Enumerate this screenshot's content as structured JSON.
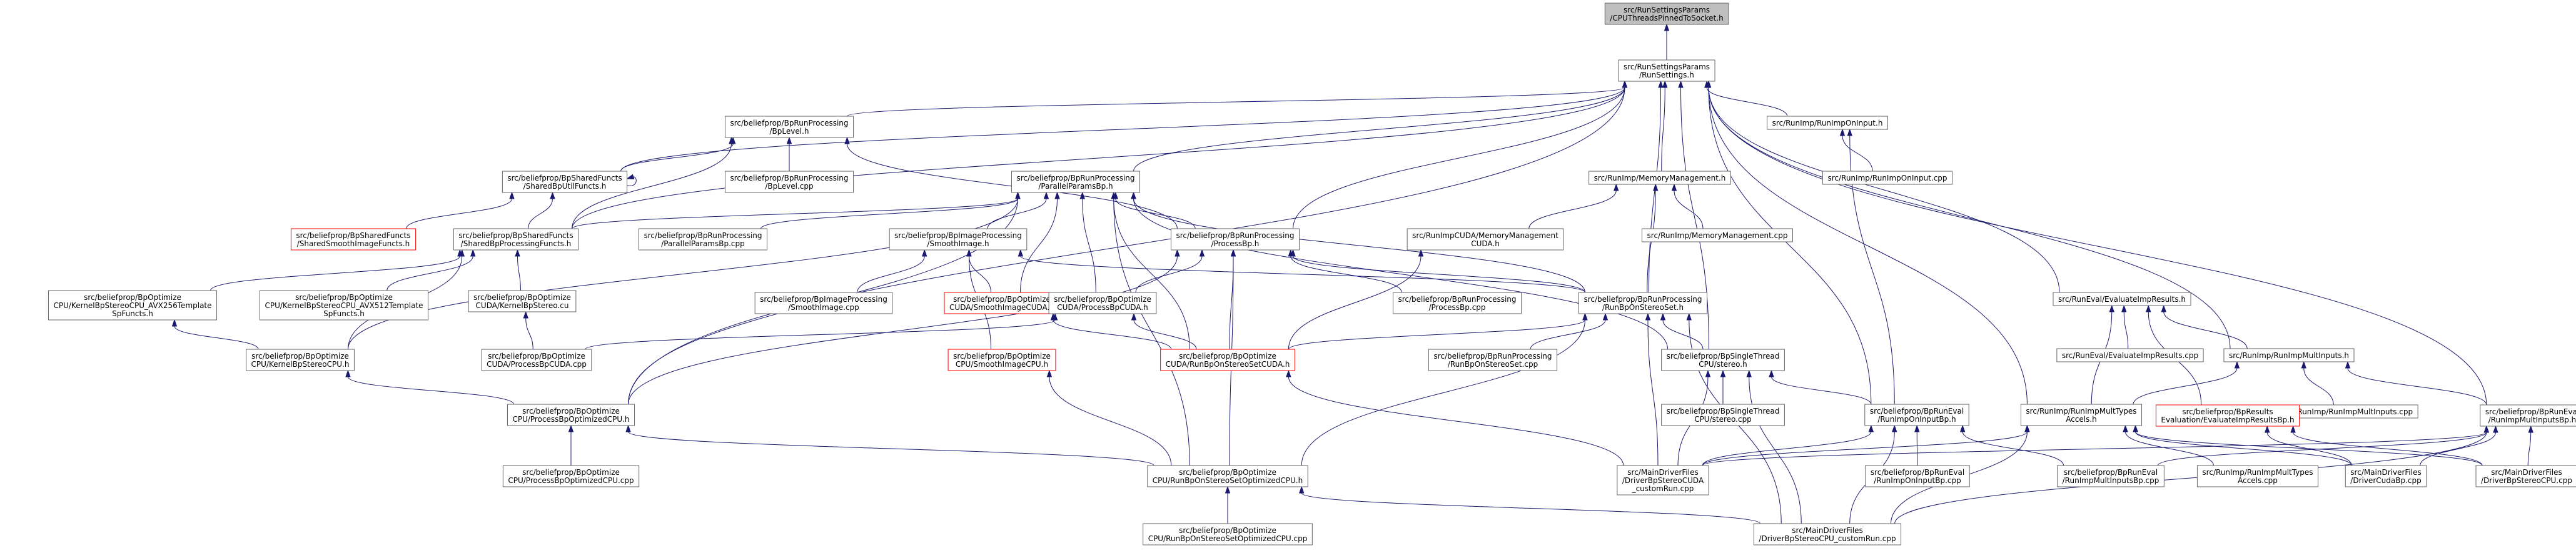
{
  "nodes": [
    {
      "id": "root",
      "lines": [
        "src/RunSettingsParams",
        "/CPUThreadsPinnedToSocket.h"
      ],
      "style": "root"
    },
    {
      "id": "rs",
      "lines": [
        "src/RunSettingsParams",
        "/RunSettings.h"
      ]
    },
    {
      "id": "bplevel",
      "lines": [
        "src/beliefprop/BpRunProcessing",
        "/BpLevel.h"
      ]
    },
    {
      "id": "rio",
      "lines": [
        "src/RunImp/RunImpOnInput.h"
      ]
    },
    {
      "id": "su",
      "lines": [
        "src/beliefprop/BpSharedFuncts",
        "/SharedBpUtilFuncts.h"
      ]
    },
    {
      "id": "bplevelcpp",
      "lines": [
        "src/beliefprop/BpRunProcessing",
        "/BpLevel.cpp"
      ]
    },
    {
      "id": "ppbp",
      "lines": [
        "src/beliefprop/BpRunProcessing",
        "/ParallelParamsBp.h"
      ]
    },
    {
      "id": "memh",
      "lines": [
        "src/RunImp/MemoryManagement.h"
      ]
    },
    {
      "id": "riocpp",
      "lines": [
        "src/RunImp/RunImpOnInput.cpp"
      ]
    },
    {
      "id": "ssimf",
      "lines": [
        "src/beliefprop/BpSharedFuncts",
        "/SharedSmoothImageFuncts.h"
      ],
      "style": "red"
    },
    {
      "id": "sbpf",
      "lines": [
        "src/beliefprop/BpSharedFuncts",
        "/SharedBpProcessingFuncts.h"
      ]
    },
    {
      "id": "ppbpcpp",
      "lines": [
        "src/beliefprop/BpRunProcessing",
        "/ParallelParamsBp.cpp"
      ]
    },
    {
      "id": "smoothh",
      "lines": [
        "src/beliefprop/BpImageProcessing",
        "/SmoothImage.h"
      ]
    },
    {
      "id": "pbph",
      "lines": [
        "src/beliefprop/BpRunProcessing",
        "/ProcessBp.h"
      ]
    },
    {
      "id": "cudamem",
      "lines": [
        "src/RunImpCUDA/MemoryManagement",
        "CUDA.h"
      ]
    },
    {
      "id": "memcpp",
      "lines": [
        "src/RunImp/MemoryManagement.cpp"
      ]
    },
    {
      "id": "evalh",
      "lines": [
        "src/RunEval/EvaluateImpResults.h"
      ]
    },
    {
      "id": "avx256",
      "lines": [
        "src/beliefprop/BpOptimize",
        "CPU/KernelBpStereoCPU_AVX256Template",
        "SpFuncts.h"
      ]
    },
    {
      "id": "avx512",
      "lines": [
        "src/beliefprop/BpOptimize",
        "CPU/KernelBpStereoCPU_AVX512Template",
        "SpFuncts.h"
      ]
    },
    {
      "id": "kbpcuda",
      "lines": [
        "src/beliefprop/BpOptimize",
        "CUDA/KernelBpStereo.cu"
      ]
    },
    {
      "id": "smoothcpp",
      "lines": [
        "src/beliefprop/BpImageProcessing",
        "/SmoothImage.cpp"
      ]
    },
    {
      "id": "smoothcuda",
      "lines": [
        "src/beliefprop/BpOptimize",
        "CUDA/SmoothImageCUDA.h"
      ],
      "style": "red"
    },
    {
      "id": "pbpcuda",
      "lines": [
        "src/beliefprop/BpOptimize",
        "CUDA/ProcessBpCUDA.h"
      ]
    },
    {
      "id": "pbpcpp",
      "lines": [
        "src/beliefprop/BpRunProcessing",
        "/ProcessBp.cpp"
      ]
    },
    {
      "id": "rbpsh",
      "lines": [
        "src/beliefprop/BpRunProcessing",
        "/RunBpOnStereoSet.h"
      ]
    },
    {
      "id": "evalcpp",
      "lines": [
        "src/RunEval/EvaluateImpResults.cpp"
      ]
    },
    {
      "id": "multih",
      "lines": [
        "src/RunImp/RunImpMultInputs.h"
      ]
    },
    {
      "id": "kbpcpu",
      "lines": [
        "src/beliefprop/BpOptimize",
        "CPU/KernelBpStereoCPU.h"
      ]
    },
    {
      "id": "pbpcudacpp",
      "lines": [
        "src/beliefprop/BpOptimize",
        "CUDA/ProcessBpCUDA.cpp"
      ]
    },
    {
      "id": "smoothcpu",
      "lines": [
        "src/beliefprop/BpOptimize",
        "CPU/SmoothImageCPU.h"
      ],
      "style": "red"
    },
    {
      "id": "rbpscuda",
      "lines": [
        "src/beliefprop/BpOptimize",
        "CUDA/RunBpOnStereoSetCUDA.h"
      ],
      "style": "red"
    },
    {
      "id": "rbpscpp",
      "lines": [
        "src/beliefprop/BpRunProcessing",
        "/RunBpOnStereoSet.cpp"
      ]
    },
    {
      "id": "stereoh",
      "lines": [
        "src/beliefprop/BpSingleThread",
        "CPU/stereo.h"
      ]
    },
    {
      "id": "multicpp",
      "lines": [
        "src/RunImp/RunImpMultInputs.cpp"
      ]
    },
    {
      "id": "bpevalres",
      "lines": [
        "src/beliefprop/BpResults",
        "Evaluation/EvaluateImpResultsBp.h"
      ],
      "style": "red"
    },
    {
      "id": "bpmultih",
      "lines": [
        "src/beliefprop/BpRunEval",
        "/RunImpMultInputsBp.h"
      ]
    },
    {
      "id": "pbpopth",
      "lines": [
        "src/beliefprop/BpOptimize",
        "CPU/ProcessBpOptimizedCPU.h"
      ]
    },
    {
      "id": "stereocpp",
      "lines": [
        "src/beliefprop/BpSingleThread",
        "CPU/stereo.cpp"
      ]
    },
    {
      "id": "bpiorh",
      "lines": [
        "src/beliefprop/BpRunEval",
        "/RunImpOnInputBp.h"
      ]
    },
    {
      "id": "multtyph",
      "lines": [
        "src/RunImp/RunImpMultTypes",
        "Accels.h"
      ]
    },
    {
      "id": "pbpoptcpp",
      "lines": [
        "src/beliefprop/BpOptimize",
        "CPU/ProcessBpOptimizedCPU.cpp"
      ]
    },
    {
      "id": "rbpsopth",
      "lines": [
        "src/beliefprop/BpOptimize",
        "CPU/RunBpOnStereoSetOptimizedCPU.h"
      ]
    },
    {
      "id": "drvcuda",
      "lines": [
        "src/MainDriverFiles",
        "/DriverBpStereoCUDA",
        "_customRun.cpp"
      ]
    },
    {
      "id": "bpiorcpp",
      "lines": [
        "src/beliefprop/BpRunEval",
        "/RunImpOnInputBp.cpp"
      ]
    },
    {
      "id": "bpmulticpp",
      "lines": [
        "src/beliefprop/BpRunEval",
        "/RunImpMultInputsBp.cpp"
      ]
    },
    {
      "id": "multtypcpp",
      "lines": [
        "src/RunImp/RunImpMultTypes",
        "Accels.cpp"
      ]
    },
    {
      "id": "drvcudabp",
      "lines": [
        "src/MainDriverFiles",
        "/DriverCudaBp.cpp"
      ]
    },
    {
      "id": "drvcpu",
      "lines": [
        "src/MainDriverFiles",
        "/DriverBpStereoCPU.cpp"
      ]
    },
    {
      "id": "rbpsoptcpp",
      "lines": [
        "src/beliefprop/BpOptimize",
        "CPU/RunBpOnStereoSetOptimizedCPU.cpp"
      ]
    },
    {
      "id": "drvcpucr",
      "lines": [
        "src/MainDriverFiles",
        "/DriverBpStereoCPU_customRun.cpp"
      ]
    }
  ],
  "edges": [
    [
      "root",
      "rs"
    ],
    [
      "rs",
      "bplevel"
    ],
    [
      "rs",
      "rio"
    ],
    [
      "rs",
      "su"
    ],
    [
      "rs",
      "ppbp"
    ],
    [
      "rs",
      "memh"
    ],
    [
      "rs",
      "sbpf"
    ],
    [
      "rs",
      "pbph"
    ],
    [
      "rs",
      "evalh"
    ],
    [
      "rs",
      "rbpsh"
    ],
    [
      "rs",
      "multih"
    ],
    [
      "rs",
      "stereoh"
    ],
    [
      "rs",
      "bpmultih"
    ],
    [
      "rs",
      "pbpopth"
    ],
    [
      "rs",
      "bpiorh"
    ],
    [
      "rs",
      "multtyph"
    ],
    [
      "bplevel",
      "su"
    ],
    [
      "bplevel",
      "bplevelcpp"
    ],
    [
      "bplevel",
      "sbpf"
    ],
    [
      "bplevel",
      "pbph"
    ],
    [
      "rio",
      "riocpp"
    ],
    [
      "rio",
      "bpiorh"
    ],
    [
      "su",
      "su"
    ],
    [
      "su",
      "ssimf"
    ],
    [
      "su",
      "sbpf"
    ],
    [
      "ppbp",
      "sbpf"
    ],
    [
      "ppbp",
      "ppbpcpp"
    ],
    [
      "ppbp",
      "smoothh"
    ],
    [
      "ppbp",
      "pbph"
    ],
    [
      "ppbp",
      "rbpsh"
    ],
    [
      "ppbp",
      "kbpcpu"
    ],
    [
      "ppbp",
      "smoothcuda"
    ],
    [
      "ppbp",
      "pbpcuda"
    ],
    [
      "ppbp",
      "rbpscuda"
    ],
    [
      "ppbp",
      "pbpopth"
    ],
    [
      "ppbp",
      "rbpsopth"
    ],
    [
      "ppbp",
      "stereoh"
    ],
    [
      "memh",
      "cudamem"
    ],
    [
      "memh",
      "memcpp"
    ],
    [
      "memh",
      "rbpsh"
    ],
    [
      "sbpf",
      "avx256"
    ],
    [
      "sbpf",
      "avx512"
    ],
    [
      "sbpf",
      "kbpcuda"
    ],
    [
      "sbpf",
      "kbpcpu"
    ],
    [
      "smoothh",
      "smoothcpp"
    ],
    [
      "smoothh",
      "smoothcuda"
    ],
    [
      "smoothh",
      "smoothcpu"
    ],
    [
      "smoothh",
      "rbpsh"
    ],
    [
      "pbph",
      "pbpcpp"
    ],
    [
      "pbph",
      "pbpcuda"
    ],
    [
      "pbph",
      "rbpsh"
    ],
    [
      "pbph",
      "rbpscuda"
    ],
    [
      "pbph",
      "pbpopth"
    ],
    [
      "pbph",
      "rbpsopth"
    ],
    [
      "cudamem",
      "rbpscuda"
    ],
    [
      "evalh",
      "evalcpp"
    ],
    [
      "evalh",
      "multih"
    ],
    [
      "evalh",
      "bpevalres"
    ],
    [
      "evalh",
      "multtyph"
    ],
    [
      "avx256",
      "kbpcpu"
    ],
    [
      "kbpcuda",
      "pbpcudacpp"
    ],
    [
      "pbpcuda",
      "pbpcudacpp"
    ],
    [
      "pbpcuda",
      "rbpscuda"
    ],
    [
      "smoothcuda",
      "rbpscuda"
    ],
    [
      "smoothcpu",
      "rbpsopth"
    ],
    [
      "rbpsh",
      "rbpscuda"
    ],
    [
      "rbpsh",
      "rbpscpp"
    ],
    [
      "rbpsh",
      "stereoh"
    ],
    [
      "rbpsh",
      "rbpsopth"
    ],
    [
      "rbpsh",
      "drvcuda"
    ],
    [
      "rbpsh",
      "drvcpucr"
    ],
    [
      "multih",
      "multicpp"
    ],
    [
      "multih",
      "bpmultih"
    ],
    [
      "multih",
      "multtyph"
    ],
    [
      "kbpcpu",
      "pbpopth"
    ],
    [
      "rbpscuda",
      "drvcuda"
    ],
    [
      "stereoh",
      "stereocpp"
    ],
    [
      "stereoh",
      "bpiorh"
    ],
    [
      "stereoh",
      "drvcuda"
    ],
    [
      "stereoh",
      "drvcpucr"
    ],
    [
      "bpevalres",
      "drvcudabp"
    ],
    [
      "bpevalres",
      "drvcpu"
    ],
    [
      "bpmultih",
      "drvcuda"
    ],
    [
      "bpmultih",
      "bpmulticpp"
    ],
    [
      "bpmultih",
      "drvcudabp"
    ],
    [
      "bpmultih",
      "drvcpu"
    ],
    [
      "bpmultih",
      "drvcpucr"
    ],
    [
      "pbpopth",
      "pbpoptcpp"
    ],
    [
      "pbpopth",
      "rbpsopth"
    ],
    [
      "bpiorh",
      "drvcuda"
    ],
    [
      "bpiorh",
      "bpiorcpp"
    ],
    [
      "bpiorh",
      "bpmulticpp"
    ],
    [
      "bpiorh",
      "drvcpucr"
    ],
    [
      "multtyph",
      "drvcuda"
    ],
    [
      "multtyph",
      "multtypcpp"
    ],
    [
      "multtyph",
      "drvcudabp"
    ],
    [
      "multtyph",
      "drvcpu"
    ],
    [
      "multtyph",
      "drvcpucr"
    ],
    [
      "rbpsopth",
      "rbpsoptcpp"
    ],
    [
      "rbpsopth",
      "drvcpucr"
    ]
  ]
}
